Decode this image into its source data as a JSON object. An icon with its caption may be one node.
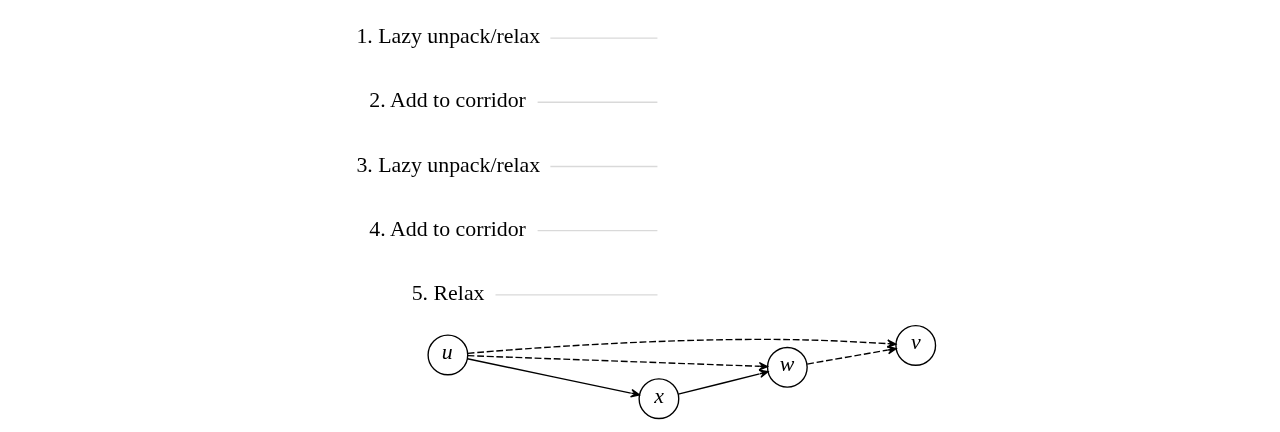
{
  "diagram": {
    "nodes": [
      {
        "text": [
          "u"
        ]
      },
      {
        "text": [
          "v"
        ]
      },
      {
        "text": [
          "w"
        ]
      },
      {
        "text": [
          "x"
        ]
      },
      {
        "text": [
          "1. Lazy unpack/relax"
        ]
      },
      {
        "text": [
          "2. Add to corridor"
        ]
      },
      {
        "text": [
          "3. Lazy unpack/relax"
        ]
      },
      {
        "text": [
          "4. Add to corridor"
        ]
      },
      {
        "text": [
          "5. Relax"
        ]
      }
    ],
    "edges": [
      {
        "from": 0,
        "to": 1,
        "arrow": "to",
        "style": "dashed"
      },
      {
        "from": 0,
        "to": 2,
        "arrow": "to",
        "style": "dashed"
      },
      {
        "from": 2,
        "to": 1,
        "arrow": "to",
        "style": "dashed"
      },
      {
        "from": 0,
        "to": 3,
        "arrow": "to"
      },
      {
        "from": 3,
        "to": 2,
        "arrow": "to"
      },
      {
        "from": 4,
        "to": null,
        "arrow": "none",
        "color": "#d9d9d9"
      },
      {
        "from": 5,
        "to": null,
        "arrow": "none",
        "color": "#d9d9d9"
      },
      {
        "from": 6,
        "to": null,
        "arrow": "none",
        "color": "#d9d9d9"
      },
      {
        "from": 7,
        "to": null,
        "arrow": "none",
        "color": "#d9d9d9"
      },
      {
        "from": 8,
        "to": null,
        "arrow": "none",
        "color": "#d9d9d9"
      }
    ]
  }
}
